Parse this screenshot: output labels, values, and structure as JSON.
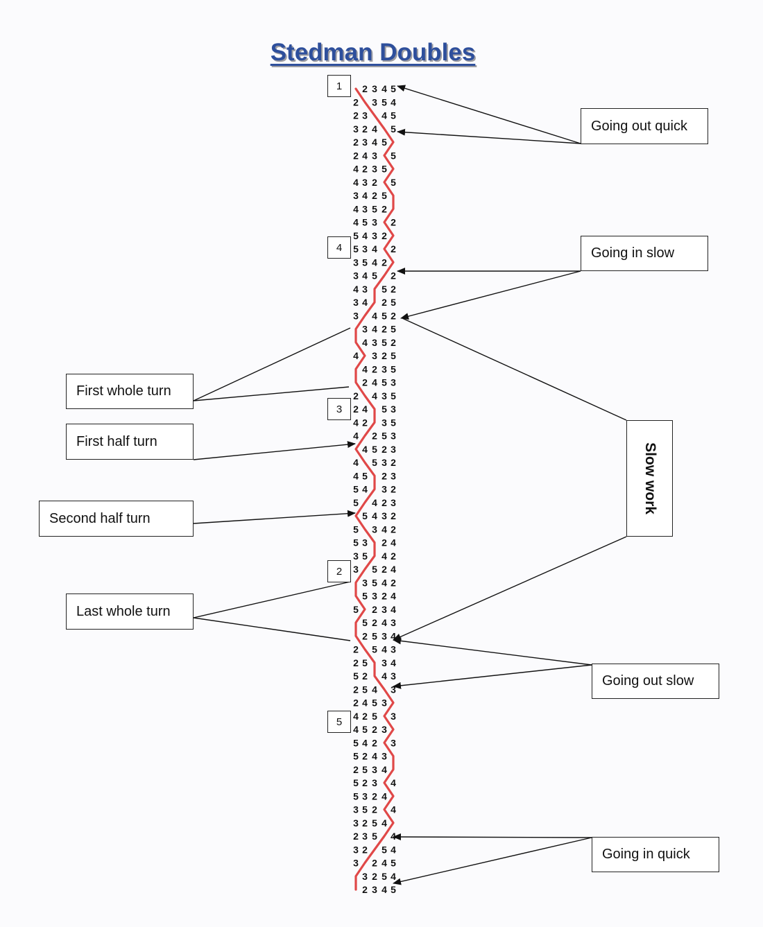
{
  "title": "Stedman Doubles",
  "labels": {
    "going_out_quick": "Going out quick",
    "going_in_slow": "Going in slow",
    "first_whole_turn": "First whole turn",
    "first_half_turn": "First half turn",
    "second_half_turn": "Second half turn",
    "last_whole_turn": "Last whole turn",
    "going_out_slow": "Going out slow",
    "going_in_quick": "Going in quick",
    "slow_work": "Slow work"
  },
  "start_numbers": [
    "1",
    "4",
    "3",
    "2",
    "5"
  ],
  "rows": [
    "12345",
    "21354",
    "23145",
    "32415",
    "23451",
    "24315",
    "42351",
    "43215",
    "34251",
    "43521",
    "45312",
    "54321",
    "53412",
    "35421",
    "34512",
    "43152",
    "34125",
    "31452",
    "13425",
    "14352",
    "41325",
    "14235",
    "12453",
    "21435",
    "24153",
    "42135",
    "41253",
    "14523",
    "41532",
    "45123",
    "54132",
    "51423",
    "15432",
    "51342",
    "53124",
    "35142",
    "31524",
    "13542",
    "15324",
    "51234",
    "15243",
    "12534",
    "21543",
    "25134",
    "52143",
    "25413",
    "24531",
    "42513",
    "45231",
    "54213",
    "52431",
    "25341",
    "52314",
    "53241",
    "35214",
    "32541",
    "23514",
    "32154",
    "31245",
    "13254",
    "12345"
  ],
  "line_color": "#e04848"
}
